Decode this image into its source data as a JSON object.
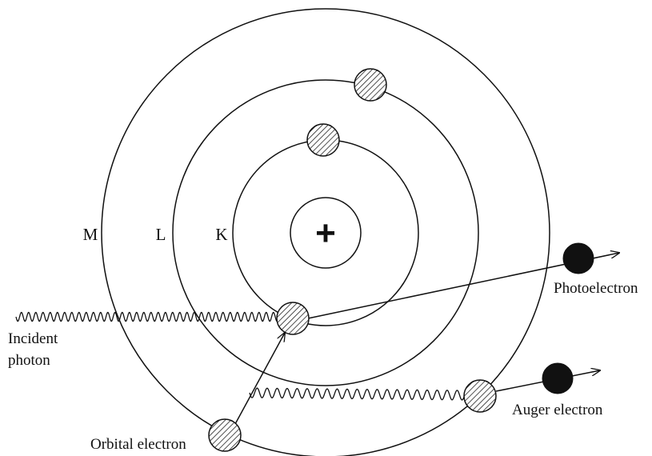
{
  "nucleus": {
    "symbol": "+"
  },
  "shells": {
    "m": "M",
    "l": "L",
    "k": "K"
  },
  "labels": {
    "incident_line1": "Incident",
    "incident_line2": "photon",
    "photoelectron": "Photoelectron",
    "auger_electron": "Auger electron",
    "orbital_electron": "Orbital electron"
  }
}
